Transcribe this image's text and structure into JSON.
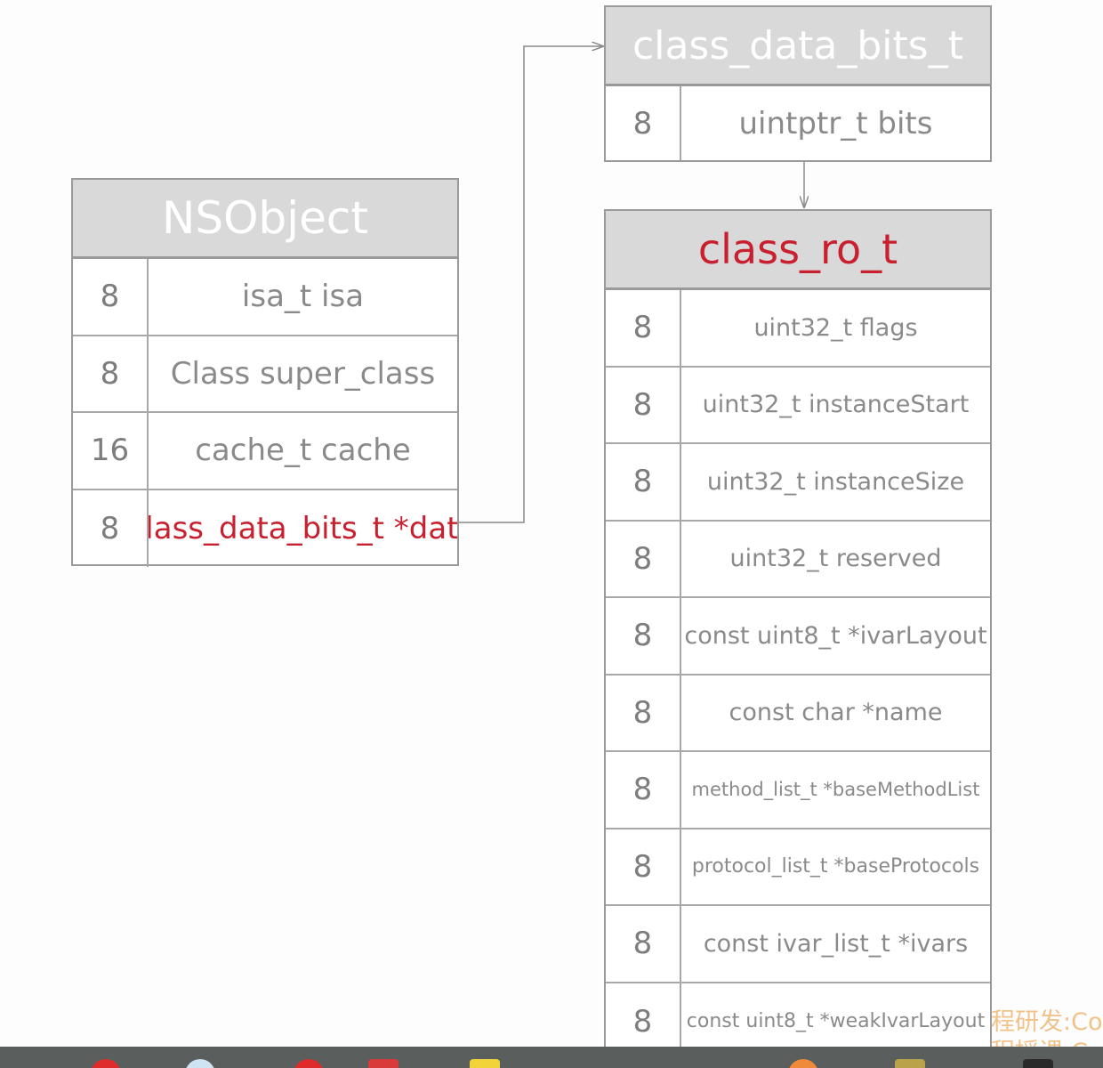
{
  "nsobject": {
    "title": "NSObject",
    "rows": [
      {
        "size": "8",
        "field": "isa_t isa"
      },
      {
        "size": "8",
        "field": "Class super_class"
      },
      {
        "size": "16",
        "field": "cache_t cache"
      },
      {
        "size": "8",
        "field": "class_data_bits_t *data"
      }
    ]
  },
  "class_data_bits": {
    "title": "class_data_bits_t",
    "rows": [
      {
        "size": "8",
        "field": "uintptr_t bits"
      }
    ]
  },
  "class_ro": {
    "title": "class_ro_t",
    "rows": [
      {
        "size": "8",
        "field": "uint32_t flags"
      },
      {
        "size": "8",
        "field": "uint32_t instanceStart"
      },
      {
        "size": "8",
        "field": "uint32_t instanceSize"
      },
      {
        "size": "8",
        "field": "uint32_t reserved"
      },
      {
        "size": "8",
        "field": "const uint8_t *ivarLayout"
      },
      {
        "size": "8",
        "field": "const char *name"
      },
      {
        "size": "8",
        "field": "method_list_t *baseMethodList"
      },
      {
        "size": "8",
        "field": "protocol_list_t *baseProtocols"
      },
      {
        "size": "8",
        "field": "const ivar_list_t *ivars"
      },
      {
        "size": "8",
        "field": "const uint8_t *weakIvarLayout"
      }
    ]
  },
  "colors": {
    "highlight": "#c8202f",
    "header_bg": "#d9d9d9",
    "border": "#9a9a9a",
    "text": "#8a8a8a",
    "watermark": "#f1c28a",
    "taskbar": "#5a5f5e"
  },
  "watermark": {
    "line1": "程研发:Coc",
    "line2": "程授课:Co"
  },
  "taskbar_icons": [
    "red-app-icon",
    "blue-app-icon",
    "red-app-icon",
    "red-app-icon",
    "yellow-app-icon",
    "orange-app-icon",
    "gold-app-icon",
    "dark-app-icon"
  ]
}
